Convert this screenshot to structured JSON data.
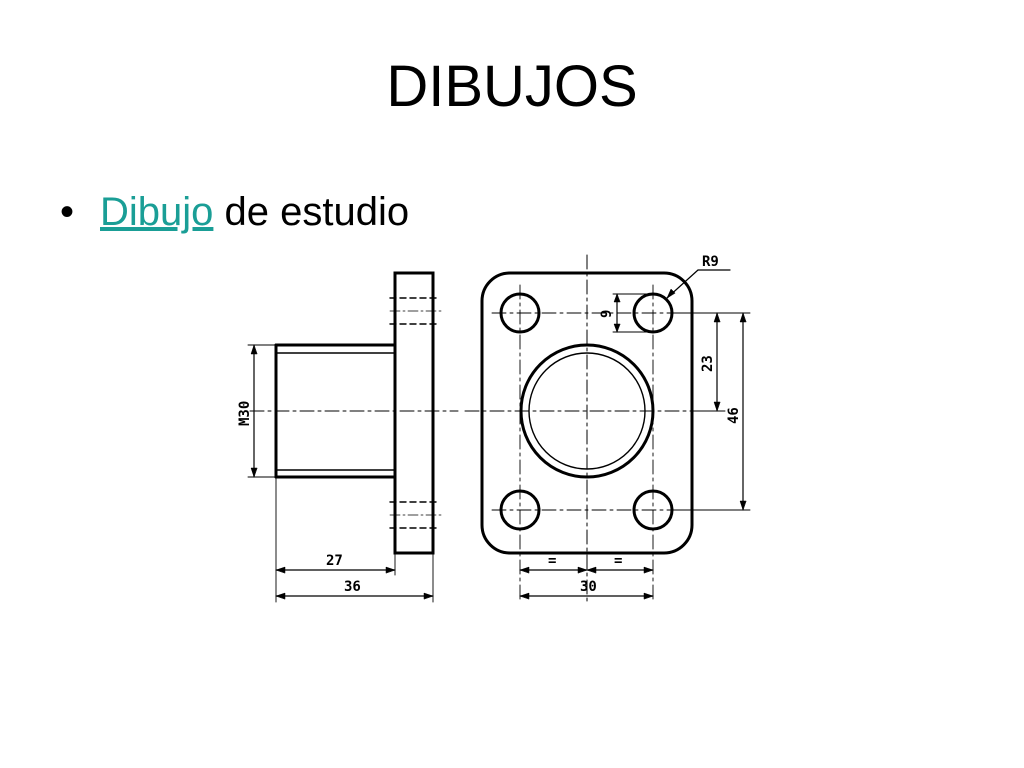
{
  "slide": {
    "title": "DIBUJOS",
    "bullet_symbol": "•",
    "bullet_link": "Dibujo",
    "bullet_rest": " de estudio",
    "link_color": "#1a9e96"
  },
  "drawing": {
    "dim_labels": {
      "r9": "R9",
      "d9": "9",
      "d23": "23",
      "d46": "46",
      "m30": "M30",
      "d27": "27",
      "d36": "36",
      "d30": "30",
      "eq": "="
    }
  }
}
